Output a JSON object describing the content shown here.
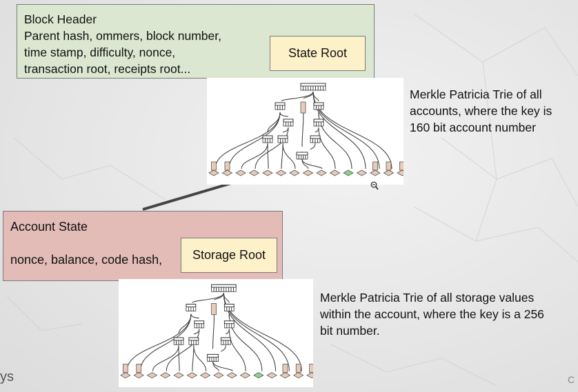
{
  "block_header": {
    "title": "Block Header",
    "lines": [
      "Parent hash, ommers, block number,",
      "time stamp, difficulty, nonce,",
      "transaction root, receipts root..."
    ],
    "state_root_label": "State Root"
  },
  "state_trie": {
    "description": [
      "Merkle Patricia Trie of all",
      "accounts, where the key is",
      "160 bit account number"
    ]
  },
  "account_state": {
    "title": "Account State",
    "fields": "nonce, balance, code hash,",
    "storage_root_label": "Storage Root"
  },
  "storage_trie": {
    "description": [
      "Merkle Patricia Trie of all storage values",
      "within the account, where the key is a 256",
      "bit number."
    ]
  },
  "edge_marks": {
    "left": "ys",
    "right": "C"
  },
  "colors": {
    "block_header_bg": "#dbe7d1",
    "root_bg": "#fdf1c9",
    "account_state_bg": "#e3bcb7",
    "leaf_fill": "#e8cbb8",
    "highlight_leaf": "#8fd28a"
  },
  "icons": {
    "cursor": "zoom-out-cursor-icon"
  }
}
